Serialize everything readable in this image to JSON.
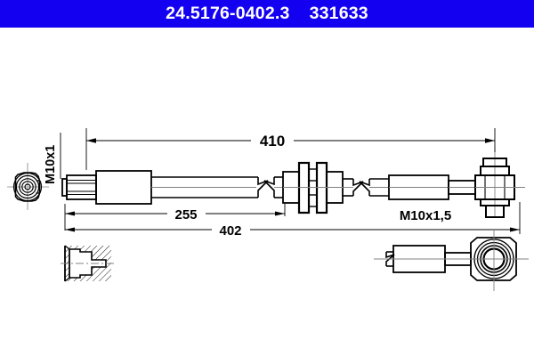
{
  "header": {
    "part_number": "24.5176-0402.3",
    "article_number": "331633"
  },
  "drawing": {
    "title": "brake-hose-technical-drawing",
    "dimensions": {
      "overall_length": "410",
      "to_bracket": "255",
      "hose_length": "402"
    },
    "labels": {
      "thread_left": "M10x1",
      "thread_right": "M10x1,5"
    }
  },
  "colors": {
    "header_background": "#1400f0",
    "header_text": "#ffffff",
    "line": "#000000",
    "centerline": "#808080",
    "page_background": "#ffffff"
  }
}
